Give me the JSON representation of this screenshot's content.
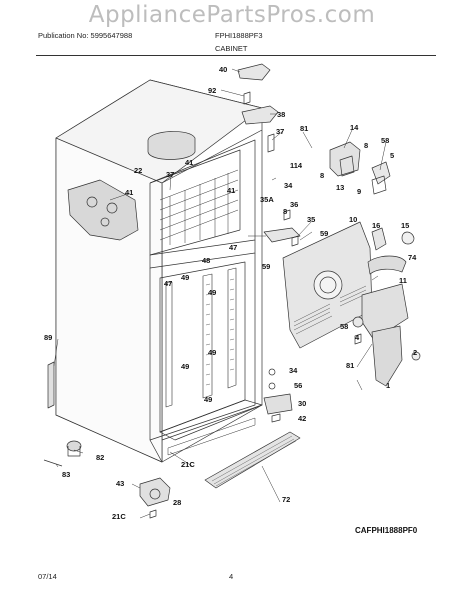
{
  "watermark": "AppliancePartsPros.com",
  "header": {
    "publication": "Publication No: 5995647988",
    "model": "FPHI1888PF3",
    "section": "CABINET"
  },
  "diagram_code": "CAFPHI1888PF0",
  "footer": {
    "date": "07/14",
    "page": "4"
  },
  "callouts": [
    {
      "label": "40"
    },
    {
      "label": "92"
    },
    {
      "label": "38"
    },
    {
      "label": "37"
    },
    {
      "label": "81"
    },
    {
      "label": "14"
    },
    {
      "label": "58"
    },
    {
      "label": "8"
    },
    {
      "label": "5"
    },
    {
      "label": "8"
    },
    {
      "label": "13"
    },
    {
      "label": "9"
    },
    {
      "label": "22"
    },
    {
      "label": "41"
    },
    {
      "label": "37"
    },
    {
      "label": "41"
    },
    {
      "label": "114"
    },
    {
      "label": "34"
    },
    {
      "label": "41"
    },
    {
      "label": "36"
    },
    {
      "label": "35A"
    },
    {
      "label": "8"
    },
    {
      "label": "35"
    },
    {
      "label": "10"
    },
    {
      "label": "16"
    },
    {
      "label": "15"
    },
    {
      "label": "59"
    },
    {
      "label": "47"
    },
    {
      "label": "48"
    },
    {
      "label": "59"
    },
    {
      "label": "74"
    },
    {
      "label": "49"
    },
    {
      "label": "47"
    },
    {
      "label": "11"
    },
    {
      "label": "49"
    },
    {
      "label": "58"
    },
    {
      "label": "4"
    },
    {
      "label": "89"
    },
    {
      "label": "49"
    },
    {
      "label": "49"
    },
    {
      "label": "81"
    },
    {
      "label": "2"
    },
    {
      "label": "1"
    },
    {
      "label": "34"
    },
    {
      "label": "49"
    },
    {
      "label": "56"
    },
    {
      "label": "30"
    },
    {
      "label": "42"
    },
    {
      "label": "82"
    },
    {
      "label": "21C"
    },
    {
      "label": "83"
    },
    {
      "label": "72"
    },
    {
      "label": "43"
    },
    {
      "label": "28"
    },
    {
      "label": "21C"
    }
  ]
}
